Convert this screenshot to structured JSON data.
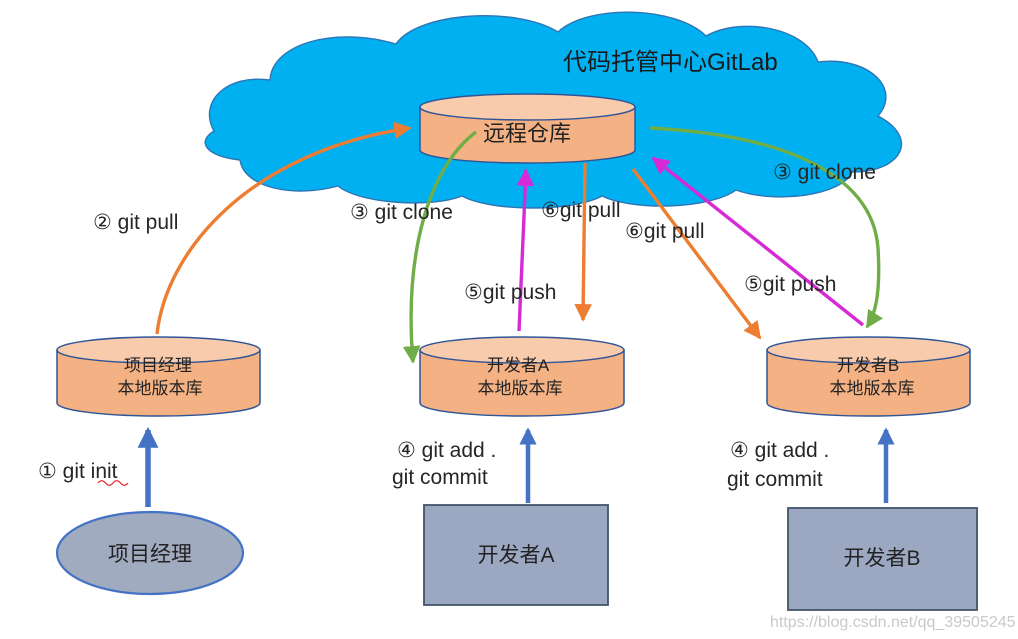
{
  "cloud": {
    "title": "代码托管中心GitLab"
  },
  "nodes": {
    "remote_repo": {
      "label": "远程仓库"
    },
    "manager_repo": {
      "line1": "项目经理",
      "line2": "本地版本库"
    },
    "dev_a_repo": {
      "line1": "开发者A",
      "line2": "本地版本库"
    },
    "dev_b_repo": {
      "line1": "开发者B",
      "line2": "本地版本库"
    },
    "manager": {
      "label": "项目经理"
    },
    "dev_a": {
      "label": "开发者A"
    },
    "dev_b": {
      "label": "开发者B"
    }
  },
  "labels": {
    "git_init": "① git init",
    "git_pull_manager": "② git pull",
    "git_clone_a": "③ git clone",
    "git_clone_b": "③ git clone",
    "git_add_a_line1": "④ git add .",
    "git_add_a_line2": "git commit",
    "git_add_b_line1": "④ git add .",
    "git_add_b_line2": "git commit",
    "git_push_a": "⑤git push",
    "git_push_b": "⑤git push",
    "git_pull_a": "⑥git pull",
    "git_pull_b": "⑥git pull"
  },
  "watermark": "https://blog.csdn.net/qq_39505245",
  "colors": {
    "cloud_fill": "#00B0F0",
    "cloud_outline": "#2E75B6",
    "cylinder_fill": "#F4B183",
    "cylinder_top_fill": "#F8CBAD",
    "cylinder_outline": "#2F5597",
    "actor_fill": "#A0ABC0",
    "actor_ellipse_outline": "#4472C4",
    "actor_rect_outline": "#44546A",
    "arrow_orange": "#ED7D31",
    "arrow_green": "#70AD47",
    "arrow_magenta": "#D62AD6",
    "arrow_blue": "#4472C4",
    "label_text": "#262626",
    "watermark_text": "#C9C9C9",
    "spellcheck_red": "#E03030"
  }
}
